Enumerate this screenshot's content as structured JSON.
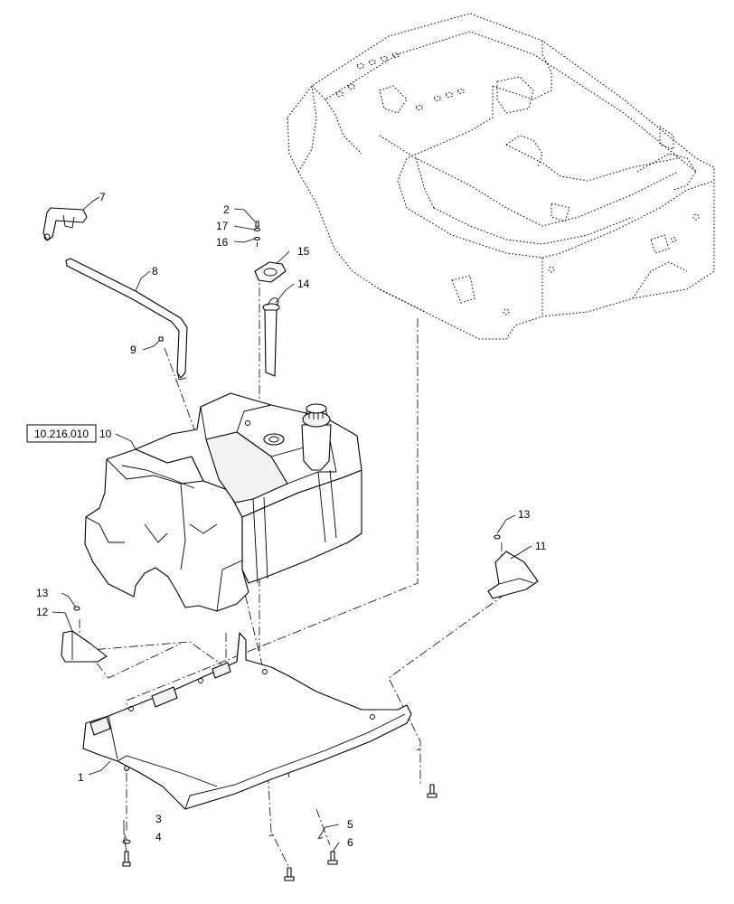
{
  "diagram": {
    "reference_box": "10.216.010",
    "callouts": {
      "c1": "1",
      "c2": "2",
      "c3": "3",
      "c4": "4",
      "c5": "5",
      "c6": "6",
      "c7": "7",
      "c8": "8",
      "c9": "9",
      "c10": "10",
      "c11": "11",
      "c12": "12",
      "c13a": "13",
      "c13b": "13",
      "c14": "14",
      "c15": "15",
      "c16": "16",
      "c17": "17"
    }
  }
}
